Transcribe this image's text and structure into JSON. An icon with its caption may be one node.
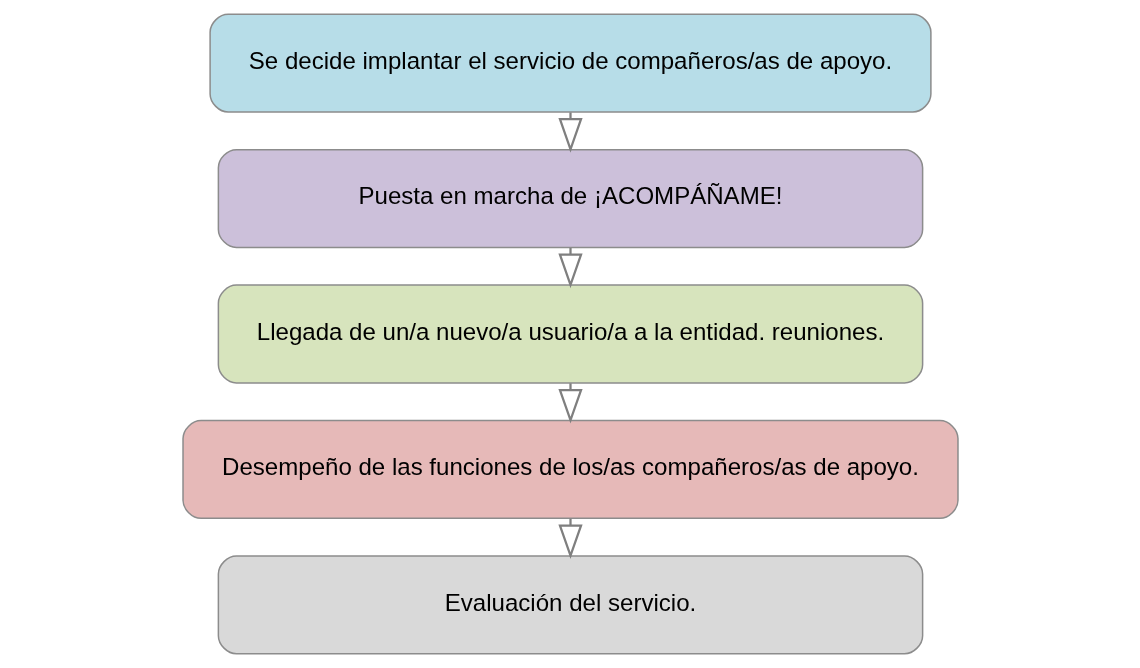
{
  "diagram": {
    "nodes": [
      {
        "text": [
          "Se decide implantar el servicio de compañeros/as de apoyo."
        ]
      },
      {
        "text": [
          "Puesta en marcha de ¡ACOMPÁÑAME!"
        ]
      },
      {
        "text": [
          "Llegada de un/a nuevo/a usuario/a a la entidad. reuniones."
        ]
      },
      {
        "text": [
          "Desempeño de las funciones de los/as compañeros/as de apoyo."
        ]
      },
      {
        "text": [
          "Evaluación del servicio."
        ]
      }
    ],
    "edges": [
      {
        "from": 0,
        "to": 1,
        "arrow": "to"
      },
      {
        "from": 1,
        "to": 2,
        "arrow": "to"
      },
      {
        "from": 2,
        "to": 3,
        "arrow": "to"
      },
      {
        "from": 3,
        "to": 4,
        "arrow": "to"
      }
    ]
  }
}
